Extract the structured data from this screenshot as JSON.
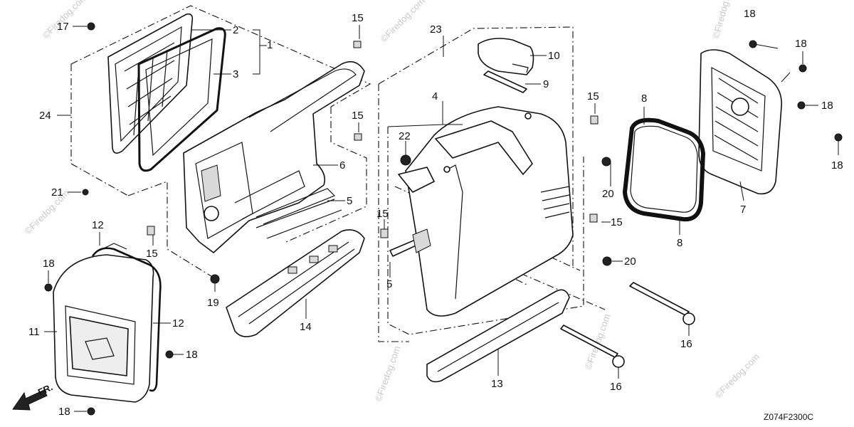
{
  "callouts": [
    {
      "id": "c1",
      "text": "1"
    },
    {
      "id": "c2",
      "text": "2"
    },
    {
      "id": "c3",
      "text": "3"
    },
    {
      "id": "c4",
      "text": "4"
    },
    {
      "id": "c5a",
      "text": "5"
    },
    {
      "id": "c5b",
      "text": "5"
    },
    {
      "id": "c6",
      "text": "6"
    },
    {
      "id": "c7",
      "text": "7"
    },
    {
      "id": "c8a",
      "text": "8"
    },
    {
      "id": "c8b",
      "text": "8"
    },
    {
      "id": "c9",
      "text": "9"
    },
    {
      "id": "c10",
      "text": "10"
    },
    {
      "id": "c11",
      "text": "11"
    },
    {
      "id": "c12a",
      "text": "12"
    },
    {
      "id": "c12b",
      "text": "12"
    },
    {
      "id": "c13",
      "text": "13"
    },
    {
      "id": "c14",
      "text": "14"
    },
    {
      "id": "c15a",
      "text": "15"
    },
    {
      "id": "c15b",
      "text": "15"
    },
    {
      "id": "c15c",
      "text": "15"
    },
    {
      "id": "c15d",
      "text": "15"
    },
    {
      "id": "c15e",
      "text": "15"
    },
    {
      "id": "c15f",
      "text": "15"
    },
    {
      "id": "c16a",
      "text": "16"
    },
    {
      "id": "c16b",
      "text": "16"
    },
    {
      "id": "c17",
      "text": "17"
    },
    {
      "id": "c18a",
      "text": "18"
    },
    {
      "id": "c18b",
      "text": "18"
    },
    {
      "id": "c18c",
      "text": "18"
    },
    {
      "id": "c18d",
      "text": "18"
    },
    {
      "id": "c18e",
      "text": "18"
    },
    {
      "id": "c18f",
      "text": "18"
    },
    {
      "id": "c18g",
      "text": "18"
    },
    {
      "id": "c19",
      "text": "19"
    },
    {
      "id": "c20a",
      "text": "20"
    },
    {
      "id": "c20b",
      "text": "20"
    },
    {
      "id": "c21",
      "text": "21"
    },
    {
      "id": "c22",
      "text": "22"
    },
    {
      "id": "c23",
      "text": "23"
    },
    {
      "id": "c24",
      "text": "24"
    }
  ],
  "direction_label": "FR.",
  "reference_code": "Z074F2300C",
  "watermark": "©Firedog.com",
  "colors": {
    "line": "#111111",
    "background": "#ffffff",
    "watermark": "#c8c8c8",
    "shade": "#d9d9d9"
  }
}
